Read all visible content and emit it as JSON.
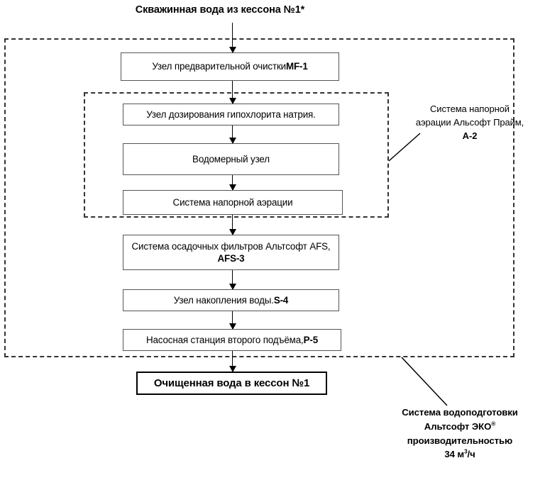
{
  "diagram": {
    "title": "Скважинная вода из кессона №1*",
    "type": "process-flow",
    "colors": {
      "background": "#ffffff",
      "box_border": "#555555",
      "final_box_border": "#000000",
      "dashed_border": "#333333",
      "text": "#000000",
      "arrow": "#000000"
    },
    "nodes": [
      {
        "id": "mf1",
        "text_before": "Узел предварительной очистки ",
        "code": "MF-1",
        "text_after": "",
        "group": "outer"
      },
      {
        "id": "hypo",
        "text_before": "Узел дозирования гипохлорита натрия.",
        "code": "",
        "text_after": "",
        "group": "inner"
      },
      {
        "id": "meter",
        "text_before": "Водомерный узел",
        "code": "",
        "text_after": "",
        "group": "inner"
      },
      {
        "id": "aeration",
        "text_before": "Система напорной аэрации",
        "code": "",
        "text_after": "",
        "group": "inner"
      },
      {
        "id": "afs",
        "text_before": "Система осадочных фильтров Альтсофт AFS, ",
        "code": "AFS-3",
        "text_after": "",
        "group": "outer"
      },
      {
        "id": "s4",
        "text_before": "Узел накопления воды. ",
        "code": "S-4",
        "text_after": "",
        "group": "outer"
      },
      {
        "id": "p5",
        "text_before": "Насосная станция второго подъёма, ",
        "code": "P-5",
        "text_after": "",
        "group": "outer"
      },
      {
        "id": "output",
        "text_before": "Очищенная вода в кессон №1",
        "code": "",
        "text_after": "",
        "group": "none"
      }
    ],
    "annotations": {
      "inner_group": {
        "line1": "Система напорной",
        "line2": "аэрации Альсофт Прайм,",
        "code": "A-2"
      },
      "outer_group": {
        "line1": "Система водоподготовки",
        "line2_before": "Альтсофт ЭКО",
        "line2_sup": "®",
        "line3": "производительностью",
        "line4_before": "34 м",
        "line4_sup": "3",
        "line4_after": "/ч"
      }
    }
  }
}
